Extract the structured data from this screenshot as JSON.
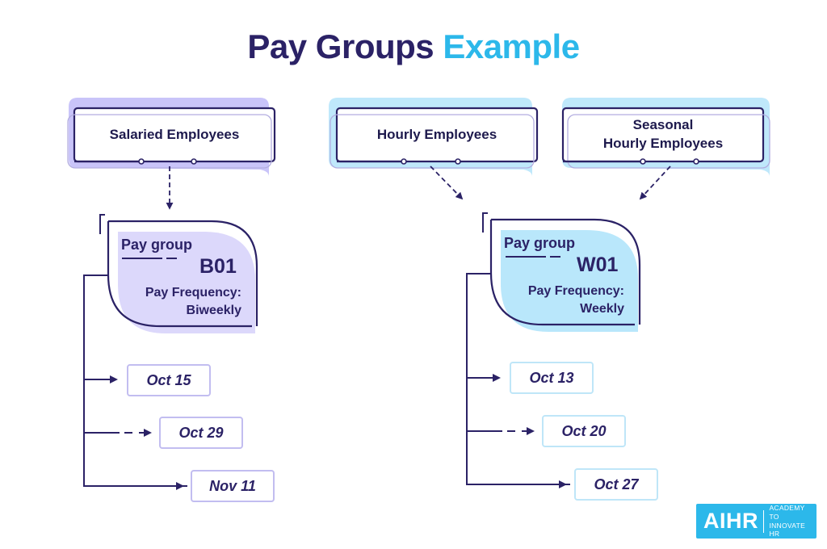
{
  "title": {
    "part1": "Pay Groups",
    "part2": "Example"
  },
  "employee_types": [
    {
      "id": "salaried",
      "label": "Salaried Employees"
    },
    {
      "id": "hourly",
      "label": "Hourly Employees"
    },
    {
      "id": "seasonal",
      "label": "Seasonal\nHourly Employees"
    }
  ],
  "pay_groups": [
    {
      "label": "Pay group",
      "code": "B01",
      "frequency_label": "Pay Frequency:",
      "frequency": "Biweekly",
      "dates": [
        "Oct 15",
        "Oct 29",
        "Nov 11"
      ]
    },
    {
      "label": "Pay group",
      "code": "W01",
      "frequency_label": "Pay Frequency:",
      "frequency": "Weekly",
      "dates": [
        "Oct 13",
        "Oct 20",
        "Oct 27"
      ]
    }
  ],
  "colors": {
    "navy": "#2b2266",
    "accent": "#2cb8ea",
    "lavender": "#dcd8fb",
    "sky": "#b9e7fb"
  },
  "logo": {
    "mark": "AIHR",
    "tagline1": "ACADEMY TO",
    "tagline2": "INNOVATE HR"
  }
}
